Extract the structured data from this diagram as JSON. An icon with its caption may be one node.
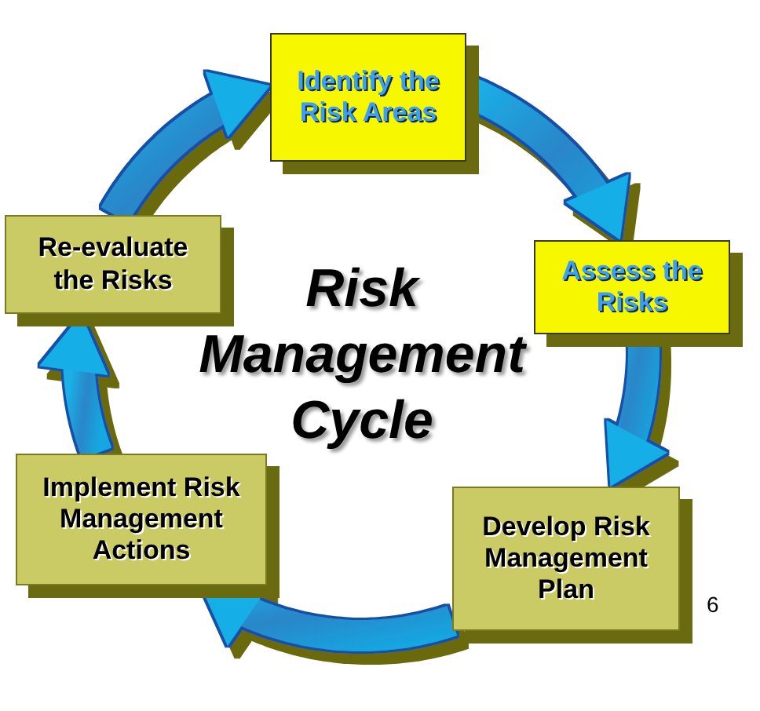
{
  "diagram": {
    "title": "Risk Management Cycle",
    "nodes": [
      {
        "text": [
          "Identify the Risk Areas"
        ]
      },
      {
        "text": [
          "Assess the Risks"
        ]
      },
      {
        "text": [
          "Develop Risk Management Plan"
        ]
      },
      {
        "text": [
          "Implement Risk Management Actions"
        ]
      },
      {
        "text": [
          "Re-evaluate the Risks"
        ]
      }
    ],
    "edges": [
      {
        "from": 0,
        "to": 1,
        "arrow": "to"
      },
      {
        "from": 1,
        "to": 2,
        "arrow": "to"
      },
      {
        "from": 2,
        "to": 3,
        "arrow": "to"
      },
      {
        "from": 3,
        "to": 4,
        "arrow": "to"
      },
      {
        "from": 4,
        "to": 0,
        "arrow": "to"
      }
    ],
    "labels": [
      "6"
    ]
  }
}
